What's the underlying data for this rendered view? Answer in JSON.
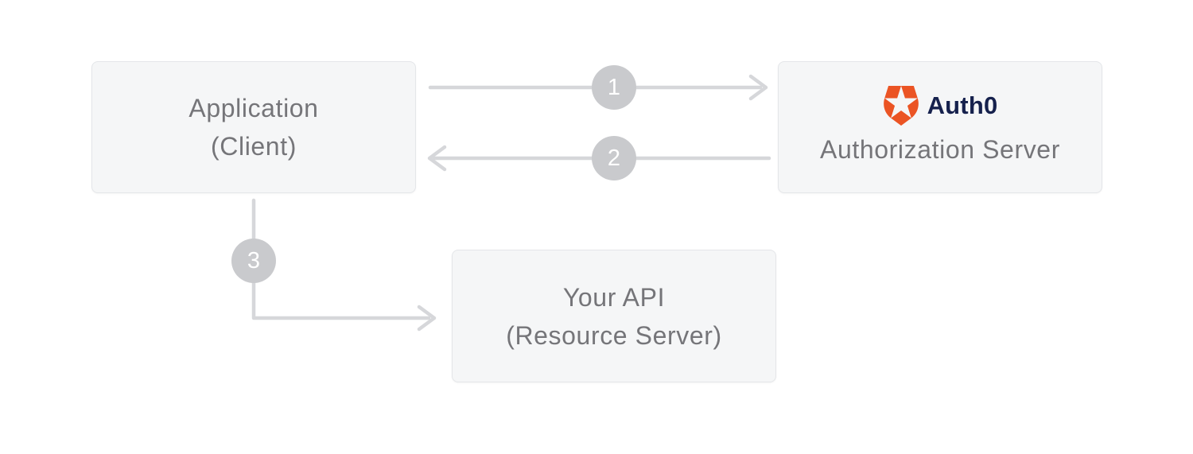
{
  "nodes": {
    "application": {
      "title": "Application",
      "subtitle": "(Client)"
    },
    "authorization_server": {
      "brand": "Auth0",
      "label": "Authorization Server"
    },
    "api": {
      "title": "Your API",
      "subtitle": "(Resource Server)"
    }
  },
  "steps": [
    {
      "number": "1",
      "from": "Application (Client)",
      "to": "Auth0 Authorization Server"
    },
    {
      "number": "2",
      "from": "Auth0 Authorization Server",
      "to": "Application (Client)"
    },
    {
      "number": "3",
      "from": "Application (Client)",
      "to": "Your API (Resource Server)"
    }
  ],
  "colors": {
    "background": "#ffffff",
    "box_fill": "#f5f6f7",
    "box_border": "#e4e6e9",
    "box_text": "#757579",
    "arrow_line": "#d6d7da",
    "step_circle": "#c9cacd",
    "step_number": "#ffffff",
    "auth0_orange": "#eb5424",
    "auth0_navy": "#16214d"
  }
}
